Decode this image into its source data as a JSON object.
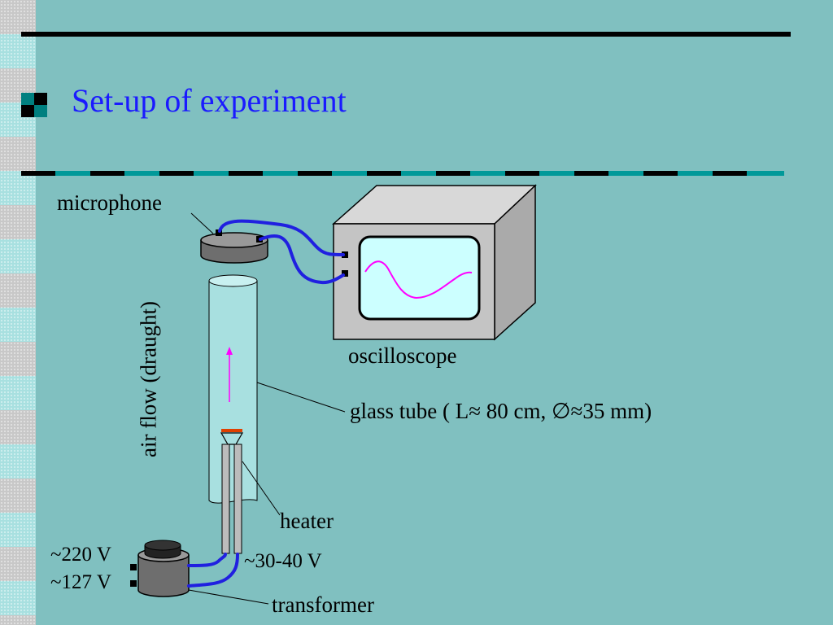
{
  "slide": {
    "title": "Set-up of experiment",
    "colors": {
      "background": "#80c0c0",
      "title": "#1a1aff",
      "cable": "#2020e0",
      "trace": "#ff00ff",
      "screen": "#ccffff",
      "heater_tip": "#e04000"
    }
  },
  "labels": {
    "microphone": "microphone",
    "oscilloscope": "oscilloscope",
    "glass_tube": "glass tube ( L≈ 80 cm, ∅≈35 mm)",
    "air_flow": "air flow (draught)",
    "heater": "heater",
    "transformer": "transformer",
    "voltage_220": "~220 V",
    "voltage_127": "~127 V",
    "voltage_low": "~30-40 V"
  },
  "icons": {
    "bullet": "bullet-square-icon"
  }
}
